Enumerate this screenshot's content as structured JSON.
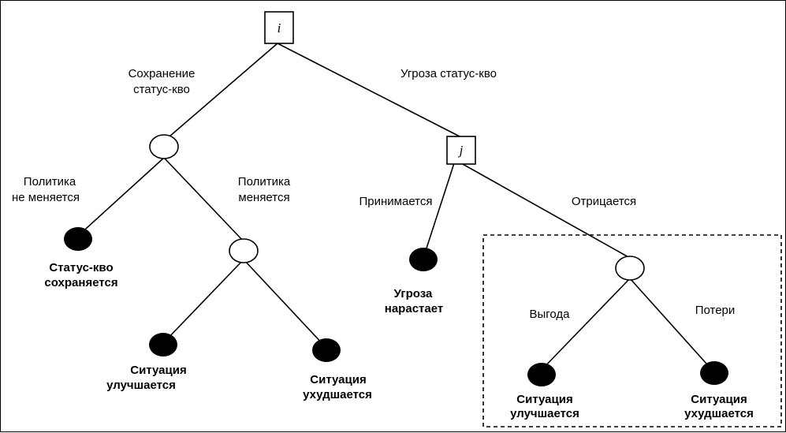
{
  "nodes": {
    "root_label": "i",
    "decision_j_label": "j"
  },
  "edges": {
    "preserve_line1": "Сохранение",
    "preserve_line2": "статус-кво",
    "threat": "Угроза статус-кво",
    "policy_same_line1": "Политика",
    "policy_same_line2": "не меняется",
    "policy_change_line1": "Политика",
    "policy_change_line2": "меняется",
    "accepted": "Принимается",
    "denied": "Отрицается",
    "gain": "Выгода",
    "loss": "Потери"
  },
  "outcomes": {
    "status_quo_line1": "Статус-кво",
    "status_quo_line2": "сохраняется",
    "improves_a_line1": "Ситуация",
    "improves_a_line2": "улучшается",
    "worsens_a_line1": "Ситуация",
    "worsens_a_line2": "ухудшается",
    "threat_grows_line1": "Угроза",
    "threat_grows_line2": "нарастает",
    "improves_b_line1": "Ситуация",
    "improves_b_line2": "улучшается",
    "worsens_b_line1": "Ситуация",
    "worsens_b_line2": "ухудшается"
  }
}
